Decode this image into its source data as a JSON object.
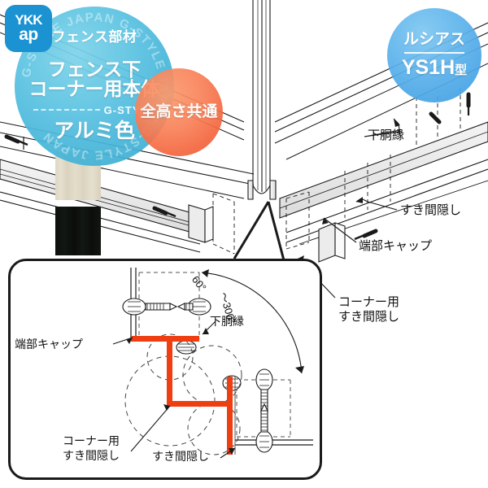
{
  "meta": {
    "maker": "YKK ap",
    "logo_line1": "YKK",
    "logo_line2": "ap"
  },
  "badges": {
    "main": {
      "category": "フェンス部材",
      "title_line1": "フェンス下",
      "title_line2": "コーナー用本体",
      "brand": "G-STYLE",
      "color_label": "アルミ色",
      "ring_text": "G-STYLE JAPAN  G-STYLE JAPAN  G-STYLE JAPAN  ",
      "fill": "#4ab8da"
    },
    "orange": {
      "text": "全高さ共通",
      "fill": "#f4673f"
    },
    "model": {
      "series": "ルシアス",
      "model": "YS1H",
      "model_suffix": "型",
      "fill": "#4aa6e6"
    }
  },
  "swatches": [
    {
      "name": "アルミ色",
      "hex": "#ded7c3"
    },
    {
      "name": "ブラック",
      "hex": "#0e110e"
    }
  ],
  "main_illustration": {
    "labels": {
      "lower_rail": "下胴縁",
      "gap_cover": "すき間隠し",
      "end_cap": "端部キャップ",
      "corner_gap_cover_line1": "コーナー用",
      "corner_gap_cover_line2": "すき間隠し"
    }
  },
  "detail_panel": {
    "labels": {
      "end_cap": "端部キャップ",
      "lower_rail": "下胴縁",
      "corner_gap_cover_line1": "コーナー用",
      "corner_gap_cover_line2": "すき間隠し",
      "gap_cover": "すき間隠し"
    },
    "angle_annotation": {
      "min": "60",
      "max": "300",
      "unit": "°",
      "text": "60°～300°"
    },
    "highlight_color": "#ef3e12"
  }
}
